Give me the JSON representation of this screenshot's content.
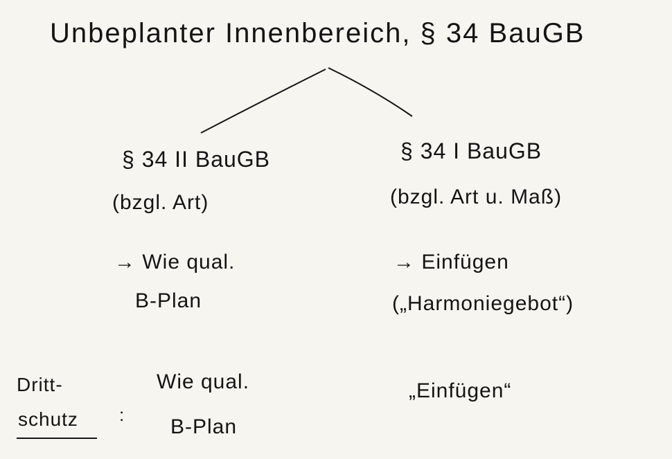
{
  "title": "Unbeplanter Innenbereich, § 34 BauGB",
  "left_branch": {
    "heading": "§ 34 II BauGB",
    "scope": "(bzgl. Art)",
    "rule_line1": "→ Wie qual.",
    "rule_line2": "B-Plan"
  },
  "right_branch": {
    "heading": "§ 34 I BauGB",
    "scope": "(bzgl. Art u. Maß)",
    "rule_line1": "→ Einfügen",
    "rule_line2": "(„Harmoniegebot“)"
  },
  "drittschutz": {
    "label_line1": "Dritt-",
    "label_line2": "schutz",
    "colon": ":",
    "left_line1": "Wie qual.",
    "left_line2": "B-Plan",
    "right": "„Einfügen“"
  },
  "colors": {
    "ink": "#141414",
    "paper": "#f6f5f0"
  }
}
